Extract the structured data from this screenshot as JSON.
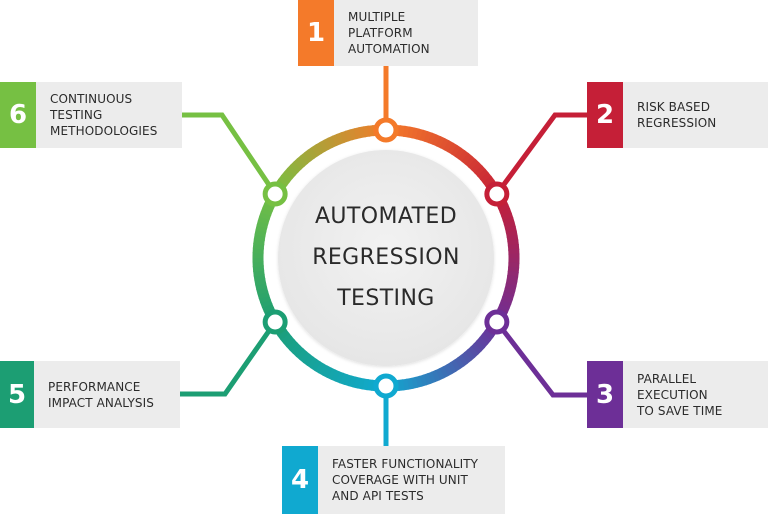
{
  "title": [
    "AUTOMATED",
    "REGRESSION",
    "TESTING"
  ],
  "items": [
    {
      "number": "1",
      "lines": [
        "MULTIPLE",
        "PLATFORM",
        "AUTOMATION"
      ],
      "color": "#f47a2a"
    },
    {
      "number": "2",
      "lines": [
        "RISK BASED",
        "REGRESSION"
      ],
      "color": "#c51f37"
    },
    {
      "number": "3",
      "lines": [
        "PARALLEL",
        "EXECUTION",
        "TO SAVE TIME"
      ],
      "color": "#6d2f97"
    },
    {
      "number": "4",
      "lines": [
        "FASTER FUNCTIONALITY",
        "COVERAGE WITH UNIT",
        "AND API TESTS"
      ],
      "color": "#10a9d0"
    },
    {
      "number": "5",
      "lines": [
        "PERFORMANCE",
        "IMPACT ANALYSIS"
      ],
      "color": "#1c9e73"
    },
    {
      "number": "6",
      "lines": [
        "CONTINUOUS",
        "TESTING",
        "METHODOLOGIES"
      ],
      "color": "#76c043"
    }
  ],
  "colors": {
    "box_bg": "#ececec",
    "center_disc": "#ececec",
    "text": "#2b2b2b"
  }
}
